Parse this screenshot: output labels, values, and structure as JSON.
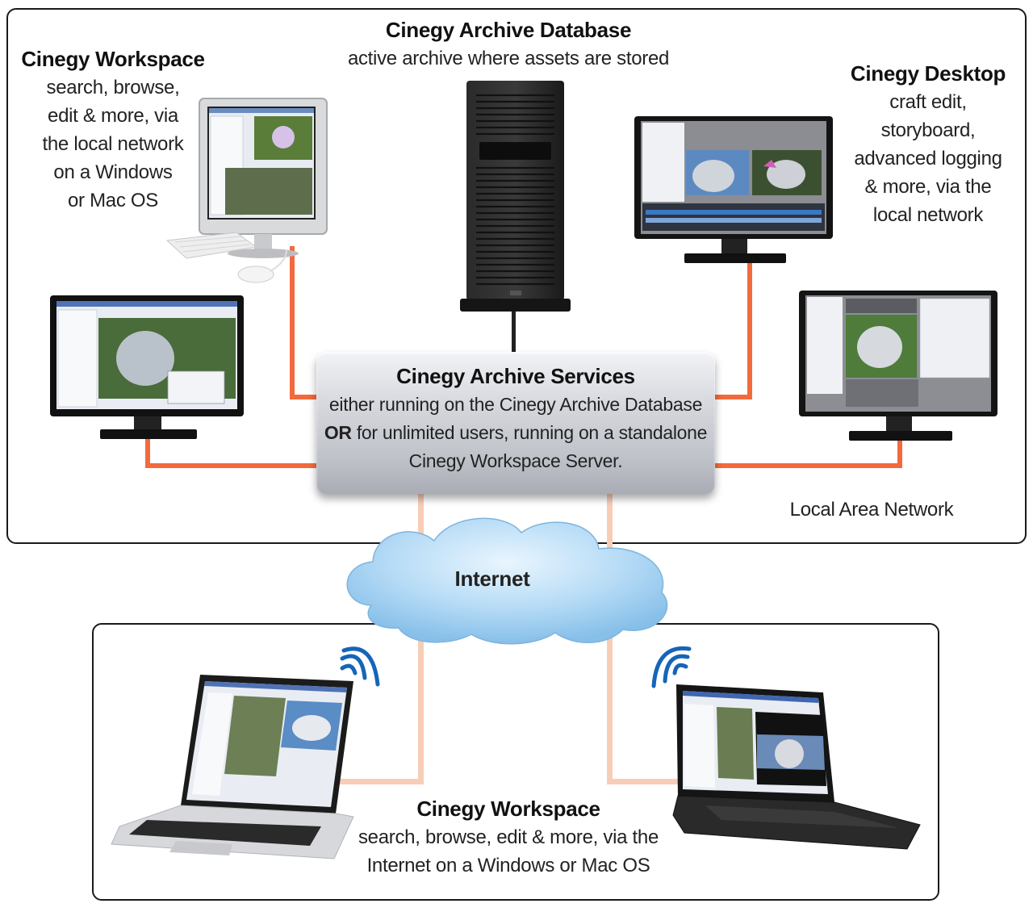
{
  "archive_db": {
    "title": "Cinegy Archive Database",
    "subtitle": "active archive where assets are stored"
  },
  "workspace_lan": {
    "title": "Cinegy Workspace",
    "lines": [
      "search, browse,",
      "edit & more, via",
      "the local network",
      "on a Windows",
      "or Mac OS"
    ]
  },
  "desktop": {
    "title": "Cinegy Desktop",
    "lines": [
      "craft edit,",
      "storyboard,",
      "advanced logging",
      "& more, via the",
      "local network"
    ]
  },
  "services": {
    "title": "Cinegy Archive Services",
    "line1": "either running on the Cinegy Archive Database",
    "line2_bold": "OR",
    "line2_rest": " for unlimited users, running on a standalone",
    "line3": "Cinegy Workspace Server."
  },
  "lan_label": "Local Area Network",
  "internet_label": "Internet",
  "workspace_internet": {
    "title": "Cinegy Workspace",
    "lines": [
      "search, browse, edit & more, via the",
      "Internet on a Windows or Mac OS"
    ]
  },
  "colors": {
    "lan_cable": "#f26a3c",
    "wan_cable": "#f8cdb8",
    "wifi": "#1565b8",
    "cloud": "#a9d3f2"
  },
  "icons": [
    "imac-icon",
    "monitor-icon",
    "server-tower-icon",
    "laptop-icon",
    "wifi-icon",
    "cloud-icon"
  ]
}
